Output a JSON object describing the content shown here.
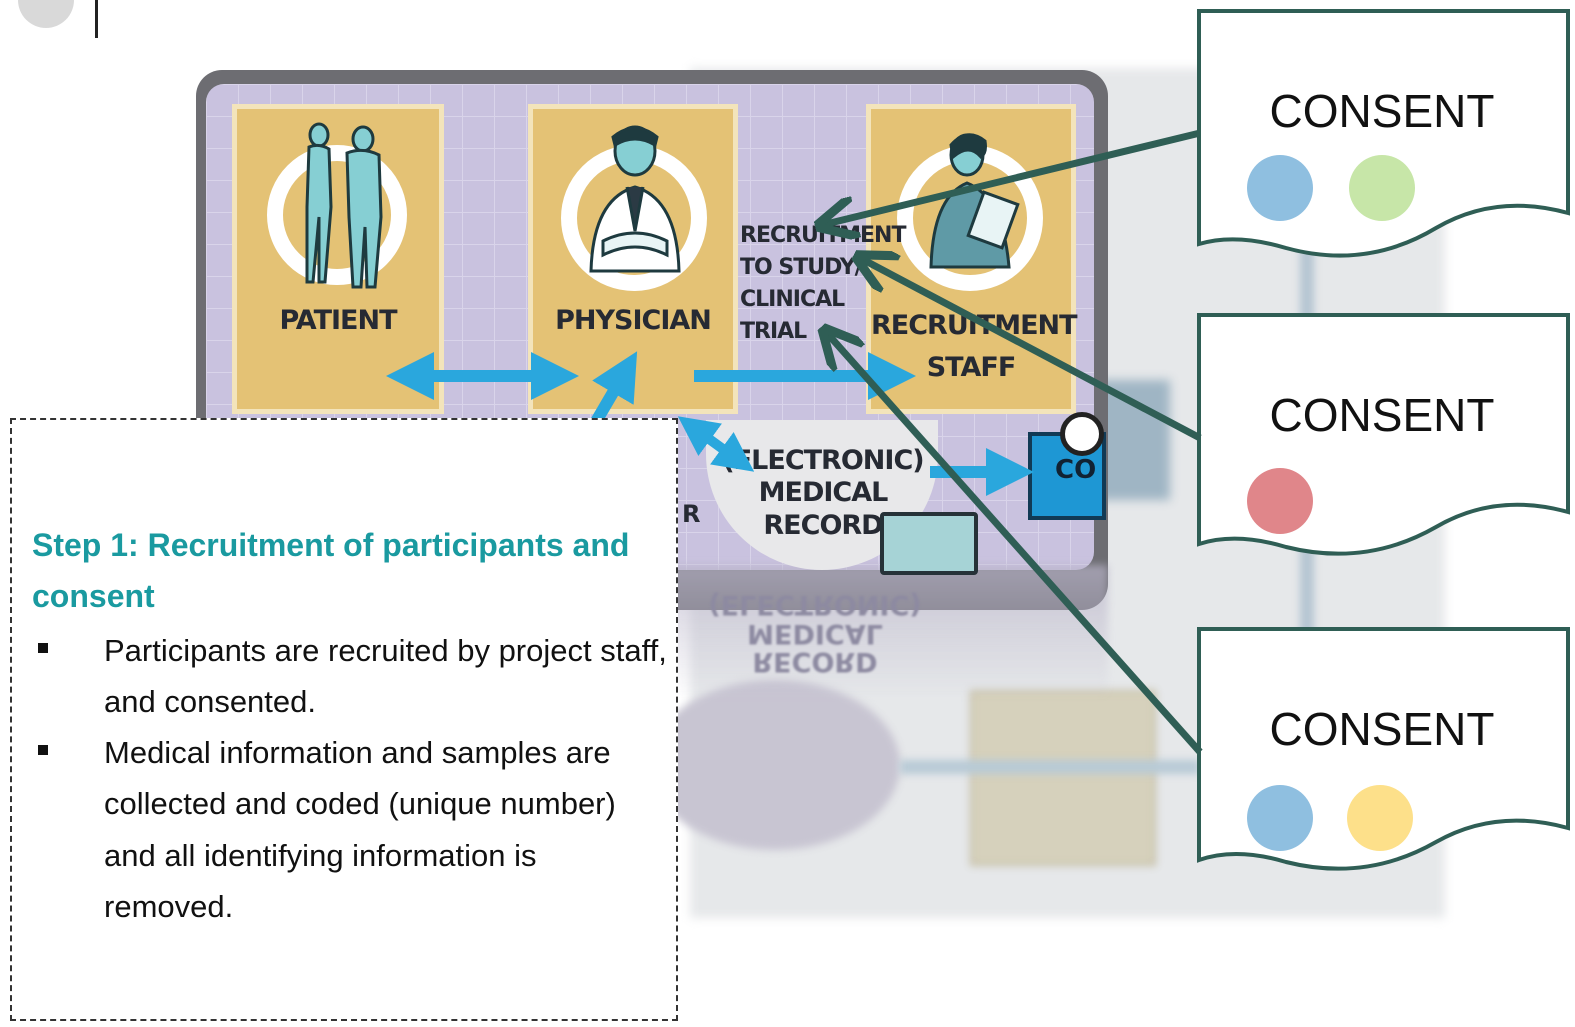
{
  "diagram": {
    "patient_label": "PATIENT",
    "physician_label": "PHYSICIAN",
    "recruitment_staff_label": "RECRUITMENT STAFF",
    "recruitment_text": [
      "RECRUITMENT",
      "TO STUDY/",
      "CLINICAL",
      "TRIAL"
    ],
    "emr_text": [
      "(ELECTRONIC)",
      "MEDICAL",
      "RECORD"
    ],
    "partial_box_label": "CO",
    "partial_left_label": "R"
  },
  "textbox": {
    "title": "Step 1: Recruitment of participants and consent",
    "bullets": [
      "Participants are recruited by project staff, and consented.",
      "Medical information and samples are collected and coded (unique number) and all identifying information is removed."
    ]
  },
  "consents": [
    {
      "label": "CONSENT",
      "dots": [
        "#8fbfe0",
        "#c7e6a8"
      ]
    },
    {
      "label": "CONSENT",
      "dots": [
        "#e0868a"
      ]
    },
    {
      "label": "CONSENT",
      "dots": [
        "#8fbfe0",
        "#fde08a"
      ]
    }
  ],
  "colors": {
    "accent_teal": "#1a9aa0",
    "arrow_blue": "#2aa7dd",
    "connector_green": "#2f5e55",
    "card_gold": "#e4c275"
  }
}
